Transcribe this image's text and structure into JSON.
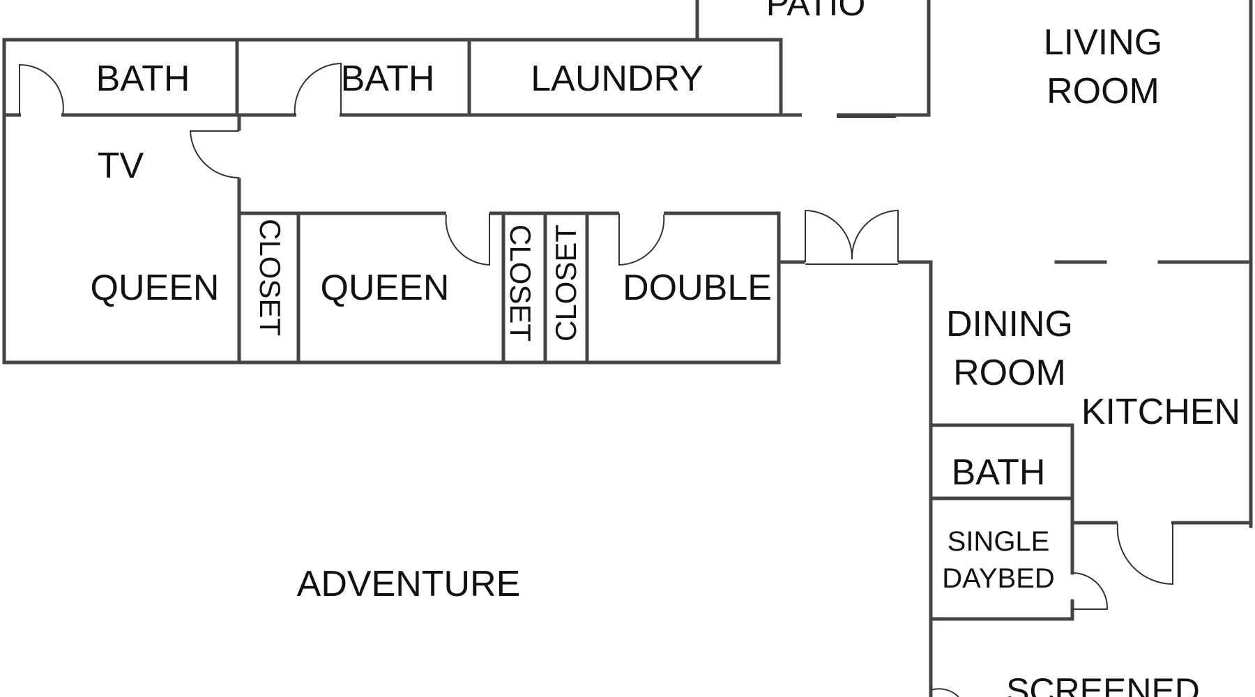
{
  "rooms": {
    "patio": "PATIO",
    "living_1": "LIVING",
    "living_2": "ROOM",
    "bath_a": "BATH",
    "bath_b": "BATH",
    "laundry": "LAUNDRY",
    "tv": "TV",
    "queen_a": "QUEEN",
    "closet_a": "CLOSET",
    "queen_b": "QUEEN",
    "closet_b": "CLOSET",
    "closet_c": "CLOSET",
    "double": "DOUBLE",
    "dining_1": "DINING",
    "dining_2": "ROOM",
    "kitchen": "KITCHEN",
    "bath_c": "BATH",
    "single_1": "SINGLE",
    "single_2": "DAYBED",
    "adventure": "ADVENTURE",
    "screened": "SCREENED"
  }
}
